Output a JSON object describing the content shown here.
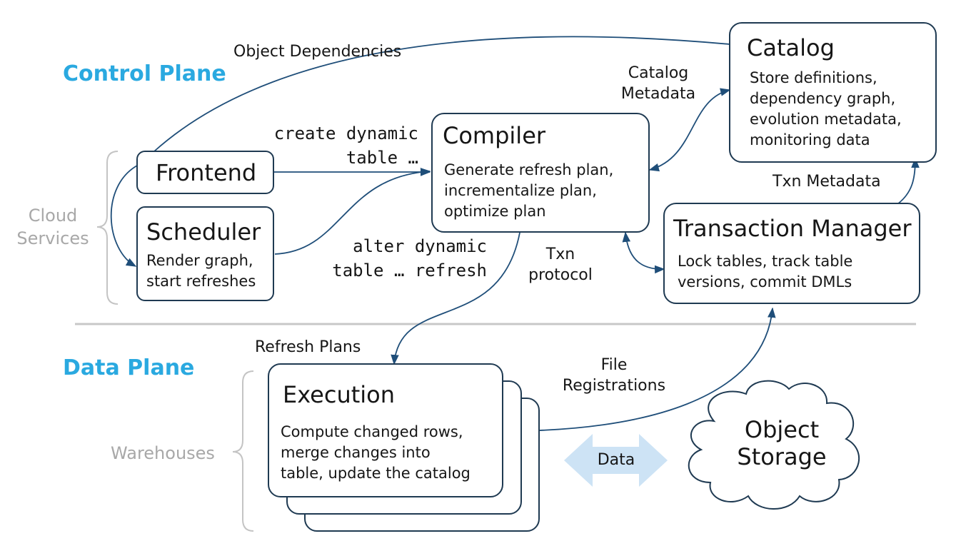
{
  "planes": {
    "control": "Control Plane",
    "data": "Data Plane"
  },
  "groups": {
    "cloud_services": "Cloud\nServices",
    "warehouses": "Warehouses"
  },
  "components": {
    "frontend": {
      "title": "Frontend"
    },
    "scheduler": {
      "title": "Scheduler",
      "desc": "Render graph,\nstart refreshes"
    },
    "compiler": {
      "title": "Compiler",
      "desc": "Generate refresh plan,\nincrementalize plan,\noptimize plan"
    },
    "catalog": {
      "title": "Catalog",
      "desc": "Store definitions,\ndependency graph,\nevolution metadata,\nmonitoring data"
    },
    "transaction_manager": {
      "title": "Transaction Manager",
      "desc": "Lock tables, track table\nversions, commit DMLs"
    },
    "execution": {
      "title": "Execution",
      "desc": "Compute changed rows,\nmerge changes into\ntable, update the catalog"
    },
    "object_storage": {
      "title": "Object\nStorage"
    }
  },
  "edge_labels": {
    "object_dependencies": "Object Dependencies",
    "catalog_metadata": "Catalog\nMetadata",
    "create_dynamic_table": "create dynamic\ntable …",
    "alter_dynamic_table": "alter dynamic\ntable … refresh",
    "txn_protocol": "Txn\nprotocol",
    "txn_metadata": "Txn Metadata",
    "refresh_plans": "Refresh Plans",
    "file_registrations": "File\nRegistrations",
    "data": "Data"
  },
  "colors": {
    "plane_title": "#2aa9e0",
    "box_border": "#1f3a52",
    "arrow": "#1f4e79",
    "group_gray": "#a8a8a8",
    "divider": "#c8c8c8",
    "data_arrow": "#cde3f5"
  }
}
